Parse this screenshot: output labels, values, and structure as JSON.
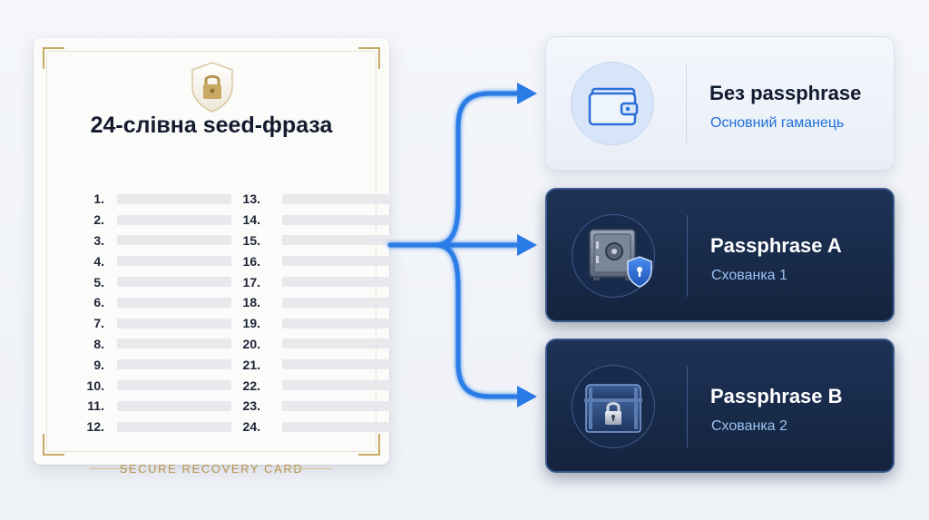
{
  "seed_card": {
    "title": "24-слівна seed-фраза",
    "footer": "SECURE RECOVERY CARD",
    "left_numbers": [
      "1.",
      "2.",
      "3.",
      "4.",
      "5.",
      "6.",
      "7.",
      "8.",
      "9.",
      "10.",
      "11.",
      "12."
    ],
    "right_numbers": [
      "13.",
      "14.",
      "15.",
      "16.",
      "17.",
      "18.",
      "19.",
      "20.",
      "21.",
      "22.",
      "23.",
      "24."
    ],
    "badge_icon": "shield-lock-icon"
  },
  "wallets": [
    {
      "title": "Без passphrase",
      "subtitle": "Основний гаманець",
      "icon": "wallet-icon",
      "style": "light"
    },
    {
      "title": "Passphrase A",
      "subtitle": "Схованка 1",
      "icon": "safe-with-shield-icon",
      "style": "dark"
    },
    {
      "title": "Passphrase B",
      "subtitle": "Схованка 2",
      "icon": "locked-chest-icon",
      "style": "dark"
    }
  ],
  "colors": {
    "accent_blue": "#2a7be6",
    "dark_box": "#1b2d4f",
    "gold": "#c9a864"
  }
}
